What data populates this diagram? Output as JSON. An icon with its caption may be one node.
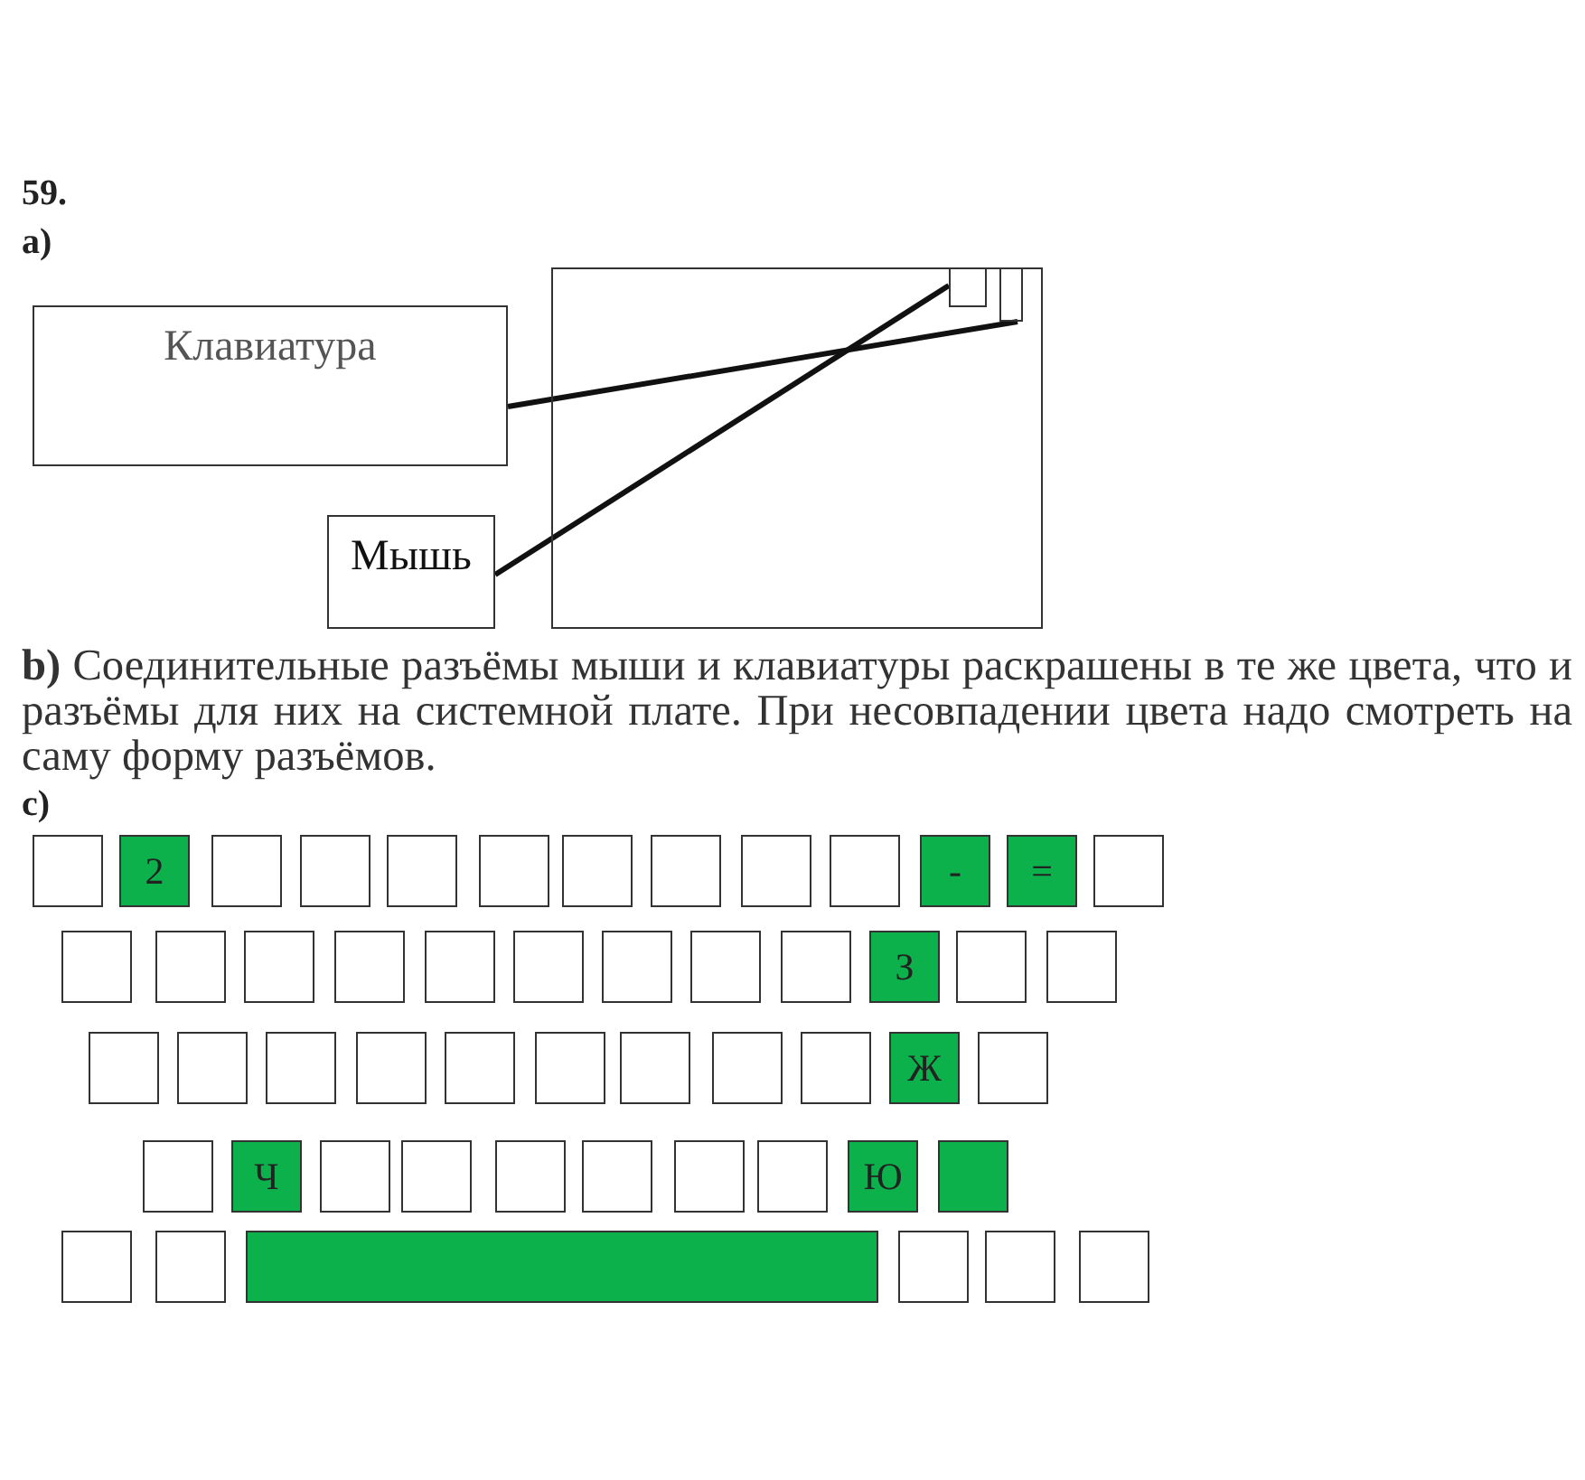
{
  "diagram": {
    "nodes": [
      {
        "text": [
          "Клавиатура"
        ]
      },
      {
        "text": [
          "Мышь"
        ]
      },
      {
        "text": [],
        "shape": "box"
      },
      {
        "text": [],
        "shape": "box",
        "in": 2
      },
      {
        "text": [],
        "shape": "box",
        "in": 2
      },
      {
        "text": [],
        "shape": "box"
      },
      {
        "text": [
          "2"
        ]
      },
      {
        "text": [],
        "shape": "box"
      },
      {
        "text": [],
        "shape": "box"
      },
      {
        "text": [],
        "shape": "box"
      },
      {
        "text": [],
        "shape": "box"
      },
      {
        "text": [],
        "shape": "box"
      },
      {
        "text": [],
        "shape": "box"
      },
      {
        "text": [],
        "shape": "box"
      },
      {
        "text": [],
        "shape": "box"
      },
      {
        "text": [
          "-"
        ]
      },
      {
        "text": [
          "="
        ]
      },
      {
        "text": [],
        "shape": "box"
      },
      {
        "text": [],
        "shape": "box"
      },
      {
        "text": [],
        "shape": "box"
      },
      {
        "text": [],
        "shape": "box"
      },
      {
        "text": [],
        "shape": "box"
      },
      {
        "text": [],
        "shape": "box"
      },
      {
        "text": [],
        "shape": "box"
      },
      {
        "text": [],
        "shape": "box"
      },
      {
        "text": [],
        "shape": "box"
      },
      {
        "text": [],
        "shape": "box"
      },
      {
        "text": [
          "З"
        ]
      },
      {
        "text": [],
        "shape": "box"
      },
      {
        "text": [],
        "shape": "box"
      },
      {
        "text": [],
        "shape": "box"
      },
      {
        "text": [],
        "shape": "box"
      },
      {
        "text": [],
        "shape": "box"
      },
      {
        "text": [],
        "shape": "box"
      },
      {
        "text": [],
        "shape": "box"
      },
      {
        "text": [],
        "shape": "box"
      },
      {
        "text": [],
        "shape": "box"
      },
      {
        "text": [],
        "shape": "box"
      },
      {
        "text": [],
        "shape": "box"
      },
      {
        "text": [
          "Ж"
        ]
      },
      {
        "text": [],
        "shape": "box"
      },
      {
        "text": [],
        "shape": "box"
      },
      {
        "text": [
          "Ч"
        ]
      },
      {
        "text": [],
        "shape": "box"
      },
      {
        "text": [],
        "shape": "box"
      },
      {
        "text": [],
        "shape": "box"
      },
      {
        "text": [],
        "shape": "box"
      },
      {
        "text": [],
        "shape": "box"
      },
      {
        "text": [],
        "shape": "box"
      },
      {
        "text": [
          "Ю"
        ]
      },
      {
        "text": [],
        "shape": "box"
      },
      {
        "text": [],
        "shape": "box"
      },
      {
        "text": [],
        "shape": "box"
      },
      {
        "text": [],
        "shape": "box"
      },
      {
        "text": [],
        "shape": "box"
      },
      {
        "text": [],
        "shape": "box"
      },
      {
        "text": [],
        "shape": "box"
      }
    ],
    "edges": [
      {
        "from": 0,
        "to": 4,
        "arrow": "none"
      },
      {
        "from": 1,
        "to": 3,
        "arrow": "none"
      }
    ],
    "labels": [
      "59.",
      "a)",
      "**b)** Соединительные разъёмы мыши и клавиатуры раскрашены в те же цвета, что и разъёмы для них на системной плате. При несовпадении цвета надо смотреть на саму форму разъёмов.",
      "c)"
    ]
  }
}
